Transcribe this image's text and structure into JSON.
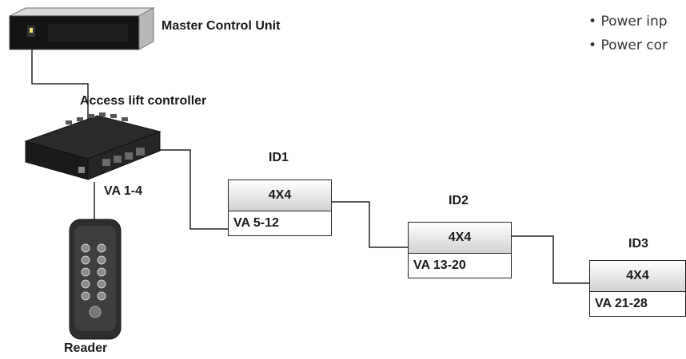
{
  "labels": {
    "master": "Master Control Unit",
    "access": "Access lift controller",
    "va_main": "VA 1-4",
    "reader": "Reader"
  },
  "bullets": [
    "Power inp",
    "Power cor"
  ],
  "modules": [
    {
      "id": "ID1",
      "title": "4X4",
      "range": "VA 5-12"
    },
    {
      "id": "ID2",
      "title": "4X4",
      "range": "VA 13-20"
    },
    {
      "id": "ID3",
      "title": "4X4",
      "range": "VA 21-28"
    }
  ]
}
